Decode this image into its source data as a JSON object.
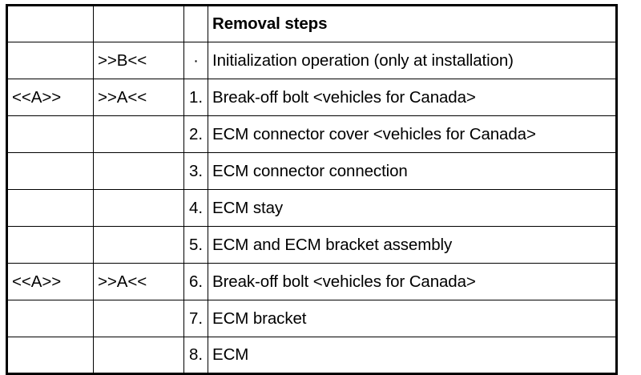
{
  "table": {
    "title": "Removal steps",
    "columns": [
      {
        "key": "ref_a",
        "header": ""
      },
      {
        "key": "ref_b",
        "header": ""
      },
      {
        "key": "number",
        "header": ""
      },
      {
        "key": "description",
        "header": "Removal steps"
      }
    ],
    "rows": [
      {
        "ref_a": "",
        "ref_b": "",
        "number": "",
        "description": "Removal steps",
        "is_header": true
      },
      {
        "ref_a": "",
        "ref_b": ">>B<<",
        "number": "·",
        "description": "Initialization operation (only at installation)",
        "is_header": false
      },
      {
        "ref_a": "<<A>>",
        "ref_b": ">>A<<",
        "number": "1.",
        "description": "Break-off bolt <vehicles for Canada>",
        "is_header": false
      },
      {
        "ref_a": "",
        "ref_b": "",
        "number": "2.",
        "description": "ECM connector cover <vehicles for Canada>",
        "is_header": false
      },
      {
        "ref_a": "",
        "ref_b": "",
        "number": "3.",
        "description": "ECM connector connection",
        "is_header": false
      },
      {
        "ref_a": "",
        "ref_b": "",
        "number": "4.",
        "description": "ECM stay",
        "is_header": false
      },
      {
        "ref_a": "",
        "ref_b": "",
        "number": "5.",
        "description": "ECM and ECM bracket assembly",
        "is_header": false
      },
      {
        "ref_a": "<<A>>",
        "ref_b": ">>A<<",
        "number": "6.",
        "description": "Break-off bolt <vehicles for Canada>",
        "is_header": false
      },
      {
        "ref_a": "",
        "ref_b": "",
        "number": "7.",
        "description": "ECM bracket",
        "is_header": false
      },
      {
        "ref_a": "",
        "ref_b": "",
        "number": "8.",
        "description": "ECM",
        "is_header": false
      }
    ]
  },
  "colors": {
    "background": "#ffffff",
    "border": "#000000",
    "text": "#000000"
  }
}
